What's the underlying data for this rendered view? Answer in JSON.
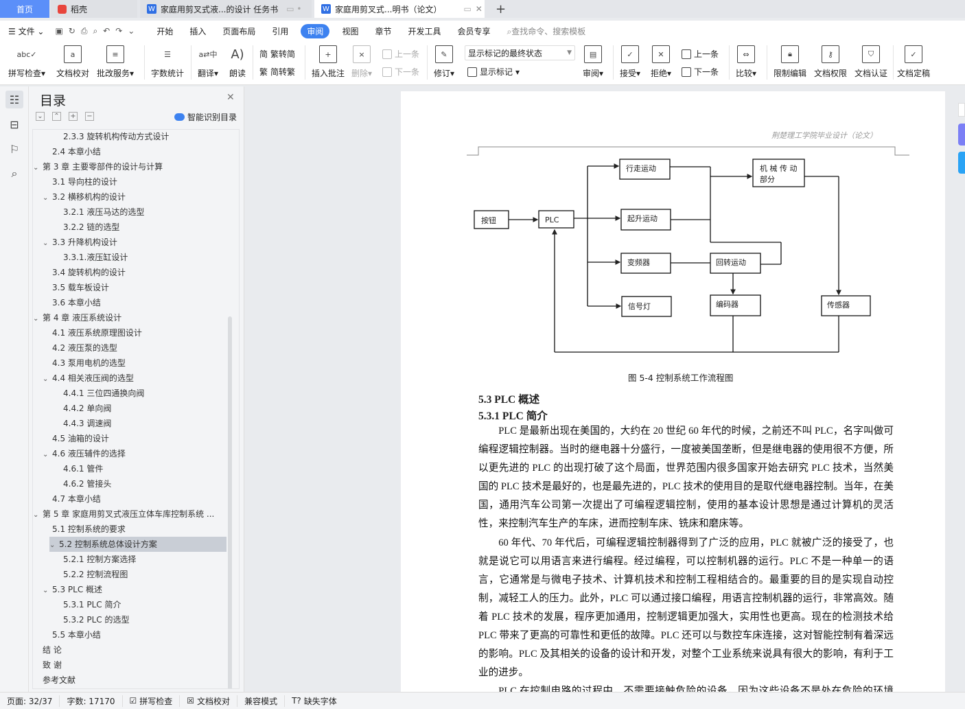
{
  "tabs": [
    {
      "label": "首页"
    },
    {
      "label": "稻壳"
    },
    {
      "label": "家庭用剪叉式液...的设计 任务书"
    },
    {
      "label": "家庭用剪叉式...明书（论文）"
    }
  ],
  "menu": {
    "file": "文件",
    "items": [
      "开始",
      "插入",
      "页面布局",
      "引用",
      "审阅",
      "视图",
      "章节",
      "开发工具",
      "会员专享"
    ],
    "active": "审阅",
    "search_placeholder": "查找命令、搜索模板"
  },
  "ribbon": {
    "spell": "拼写检查",
    "proof": "文档校对",
    "correct": "批改服务",
    "wordcount": "字数统计",
    "translate": "翻译",
    "read": "朗读",
    "t2s": "繁转简",
    "s2t": "简转繁",
    "insert_comment": "插入批注",
    "delete": "删除",
    "prev_comment": "上一条",
    "next_comment": "下一条",
    "track": "修订",
    "markup_select": "显示标记的最终状态",
    "show_markup": "显示标记",
    "review": "审阅",
    "accept": "接受",
    "reject": "拒绝",
    "prev": "上一条",
    "next": "下一条",
    "compare": "比较",
    "restrict": "限制编辑",
    "permission": "文档权限",
    "certify": "文档认证",
    "finalize": "文档定稿"
  },
  "toc": {
    "title": "目录",
    "smart": "智能识别目录",
    "items": [
      {
        "l": 3,
        "t": "2.3.3 旋转机构传动方式设计"
      },
      {
        "l": 2,
        "t": "2.4 本章小结"
      },
      {
        "l": 1,
        "t": "第 3 章  主要零部件的设计与计算",
        "c": 1
      },
      {
        "l": 2,
        "t": "3.1 导向柱的设计"
      },
      {
        "l": 2,
        "t": "3.2 横移机构的设计",
        "c": 1
      },
      {
        "l": 3,
        "t": "3.2.1 液压马达的选型"
      },
      {
        "l": 3,
        "t": "3.2.2 链的选型"
      },
      {
        "l": 2,
        "t": "3.3 升降机构设计",
        "c": 1
      },
      {
        "l": 3,
        "t": "3.3.1.液压缸设计"
      },
      {
        "l": 2,
        "t": "3.4 旋转机构的设计"
      },
      {
        "l": 2,
        "t": "3.5  载车板设计"
      },
      {
        "l": 2,
        "t": "3.6 本章小结"
      },
      {
        "l": 1,
        "t": "第 4 章  液压系统设计",
        "c": 1
      },
      {
        "l": 2,
        "t": "4.1 液压系统原理图设计"
      },
      {
        "l": 2,
        "t": "4.2 液压泵的选型"
      },
      {
        "l": 2,
        "t": "4.3 泵用电机的选型"
      },
      {
        "l": 2,
        "t": "4.4 相关液压阀的选型",
        "c": 1
      },
      {
        "l": 3,
        "t": "4.4.1 三位四通换向阀"
      },
      {
        "l": 3,
        "t": "4.4.2 单向阀"
      },
      {
        "l": 3,
        "t": "4.4.3 调速阀"
      },
      {
        "l": 2,
        "t": "4.5 油箱的设计"
      },
      {
        "l": 2,
        "t": "4.6 液压辅件的选择",
        "c": 1
      },
      {
        "l": 3,
        "t": "4.6.1 管件"
      },
      {
        "l": 3,
        "t": "4.6.2 管接头"
      },
      {
        "l": 2,
        "t": "4.7 本章小结"
      },
      {
        "l": 1,
        "t": "第 5 章  家庭用剪叉式液压立体车库控制系统 ...",
        "c": 1
      },
      {
        "l": 2,
        "t": "5.1 控制系统的要求"
      },
      {
        "l": 2,
        "t": "5.2 控制系统总体设计方案",
        "c": 1,
        "sel": 1
      },
      {
        "l": 3,
        "t": "5.2.1 控制方案选择"
      },
      {
        "l": 3,
        "t": "5.2.2 控制流程图"
      },
      {
        "l": 2,
        "t": "5.3 PLC 概述",
        "c": 1
      },
      {
        "l": 3,
        "t": "5.3.1 PLC 简介"
      },
      {
        "l": 3,
        "t": "5.3.2 PLC 的选型"
      },
      {
        "l": 2,
        "t": "5.5  本章小结"
      },
      {
        "l": 1,
        "t": "结    论"
      },
      {
        "l": 1,
        "t": "致    谢"
      },
      {
        "l": 1,
        "t": "参考文献"
      }
    ]
  },
  "page": {
    "header": "荆楚理工学院毕业设计（论文）",
    "diagram": {
      "button": "按钮",
      "plc": "PLC",
      "travel": "行走运动",
      "lift": "起升运动",
      "vfd": "变频器",
      "signal": "信号灯",
      "mech1": "机 械 传 动",
      "mech2": "部分",
      "rotate": "回转运动",
      "encoder": "编码器",
      "sensor": "传感器",
      "caption": "图 5-4  控制系统工作流程图"
    },
    "h1": "5.3 PLC 概述",
    "h2": "5.3.1 PLC 简介",
    "paragraphs": [
      "PLC 是最新出现在美国的，大约在 20 世纪 60 年代的时候，之前还不叫 PLC，名字叫做可编程逻辑控制器。当时的继电器十分盛行，一度被美国垄断，但是继电器的使用很不方便，所以更先进的 PLC 的出现打破了这个局面，世界范围内很多国家开始去研究 PLC 技术，当然美国的 PLC 技术是最好的，也是最先进的，PLC 技术的使用目的是取代继电器控制。当年，在美国，通用汽车公司第一次提出了可编程逻辑控制，使用的基本设计思想是通过计算机的灵活性，来控制汽车生产的车床，进而控制车床、铣床和磨床等。",
      "60 年代、70 年代后，可编程逻辑控制器得到了广泛的应用，PLC 就被广泛的接受了，也就是说它可以用语言来进行编程。经过编程，可以控制机器的运行。PLC 不是一种单一的语言，它通常是与微电子技术、计算机技术和控制工程相结合的。最重要的目的是实现自动控制，减轻工人的压力。此外，PLC 可以通过接口编程，用语言控制机器的运行，非常高效。随着 PLC 技术的发展，程序更加通用，控制逻辑更加强大，实用性也更高。现在的检测技术给 PLC 带来了更高的可靠性和更低的故障。PLC 还可以与数控车床连接，这对智能控制有着深远的影响。PLC 及其相关的设备的设计和开发，对整个工业系统来说具有很大的影响，有利于工业的进步。",
      "PLC 在控制电路的过程中，不需要接触危险的设备，因为这些设备不是处在危险的环境中，就是处在高温高压的恶劣的环境中，对工人的健康是一大损伤[13]。PLC 具有很多特点，其中最重要的"
    ]
  },
  "status": {
    "page": "页面: 32/37",
    "words": "字数: 17170",
    "spell": "拼写检查",
    "proof": "文档校对",
    "compat": "兼容模式",
    "font": "缺失字体"
  }
}
